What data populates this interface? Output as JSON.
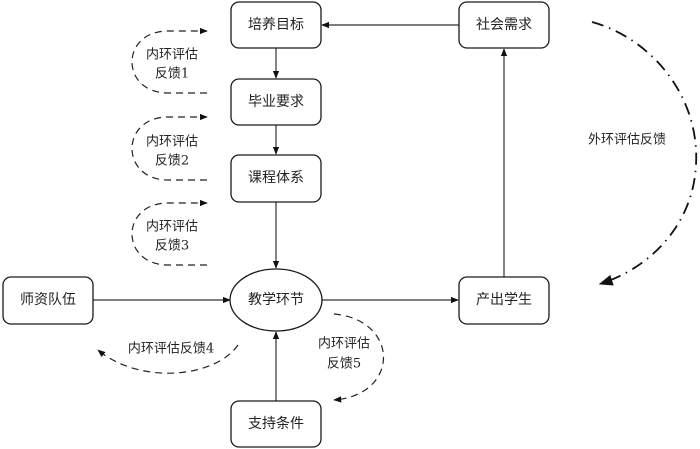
{
  "diagram": {
    "nodes": {
      "training_goal": "培养目标",
      "graduation_requirements": "毕业要求",
      "curriculum_system": "课程体系",
      "teaching_process": "教学环节",
      "faculty_team": "师资队伍",
      "support_conditions": "支持条件",
      "social_demand": "社会需求",
      "student_output": "产出学生"
    },
    "feedback": {
      "inner1": [
        "内环评估",
        "反馈1"
      ],
      "inner2": [
        "内环评估",
        "反馈2"
      ],
      "inner3": [
        "内环评估",
        "反馈3"
      ],
      "inner4": "内环评估反馈4",
      "inner5": [
        "内环评估",
        "反馈5"
      ],
      "outer": "外环评估反馈"
    },
    "edges": [
      {
        "from": "social_demand",
        "to": "training_goal"
      },
      {
        "from": "training_goal",
        "to": "graduation_requirements"
      },
      {
        "from": "graduation_requirements",
        "to": "curriculum_system"
      },
      {
        "from": "curriculum_system",
        "to": "teaching_process"
      },
      {
        "from": "faculty_team",
        "to": "teaching_process"
      },
      {
        "from": "support_conditions",
        "to": "teaching_process"
      },
      {
        "from": "teaching_process",
        "to": "student_output"
      },
      {
        "from": "student_output",
        "to": "social_demand"
      }
    ]
  }
}
